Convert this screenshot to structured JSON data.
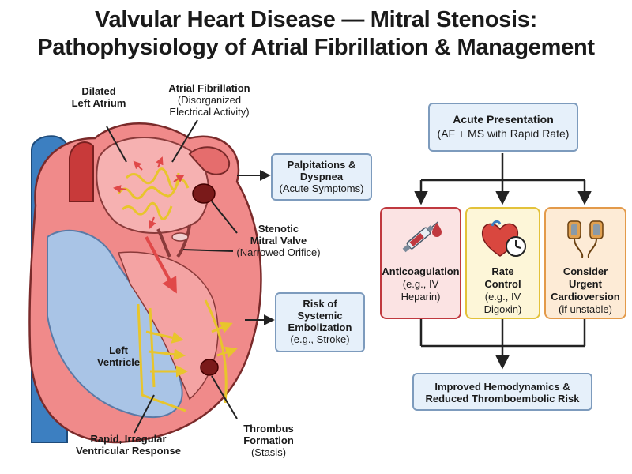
{
  "title_line1": "Valvular Heart Disease — Mitral Stenosis:",
  "title_line2": "Pathophysiology of Atrial Fibrillation & Management",
  "labels": {
    "dilated_la": {
      "line1": "Dilated",
      "line2": "Left Atrium"
    },
    "af": {
      "bold": "Atrial Fibrillation",
      "line1": "(Disorganized",
      "line2": "Electrical Activity)"
    },
    "stenotic": {
      "line1": "Stenotic",
      "line2": "Mitral Valve",
      "sub": "(Narrowed Orifice)"
    },
    "lv": {
      "line1": "Left",
      "line2": "Ventricle"
    },
    "rapid": {
      "line1": "Rapid, Irregular",
      "line2": "Ventricular Response"
    },
    "thrombus": {
      "line1": "Thrombus",
      "line2": "Formation",
      "sub": "(Stasis)"
    }
  },
  "symptom_boxes": {
    "palpitations": {
      "line1": "Palpitations &",
      "line2": "Dyspnea",
      "sub": "(Acute Symptoms)"
    },
    "embolization": {
      "line1": "Risk of",
      "line2": "Systemic",
      "line3": "Embolization",
      "sub": "(e.g., Stroke)"
    }
  },
  "flow": {
    "acute": {
      "title": "Acute Presentation",
      "sub": "(AF + MS with Rapid Rate)"
    },
    "anticoag": {
      "title": "Anticoagulation",
      "sub1": "(e.g., IV",
      "sub2": "Heparin)",
      "icon": "syringe-icon",
      "color": "#c0393f",
      "bg": "#fbe3e3"
    },
    "rate": {
      "title1": "Rate",
      "title2": "Control",
      "sub1": "(e.g., IV",
      "sub2": "Digoxin)",
      "icon": "heart-clock-icon",
      "color": "#e3c23a",
      "bg": "#fdf6d8"
    },
    "cardioversion": {
      "title1": "Consider",
      "title2": "Urgent",
      "title3": "Cardioversion",
      "sub": "(if unstable)",
      "icon": "defibrillator-paddles-icon",
      "color": "#e39a4a",
      "bg": "#fdebd6"
    },
    "outcome": {
      "line1": "Improved Hemodynamics &",
      "line2": "Reduced Thromboembolic Risk"
    }
  },
  "colors": {
    "heart": "#f08a8a",
    "heart_dark": "#d85a5a",
    "aorta": "#3c7fc1",
    "lv_inner": "#a9c4e6",
    "electric": "#f2d33a",
    "arrow": "#e04848"
  }
}
